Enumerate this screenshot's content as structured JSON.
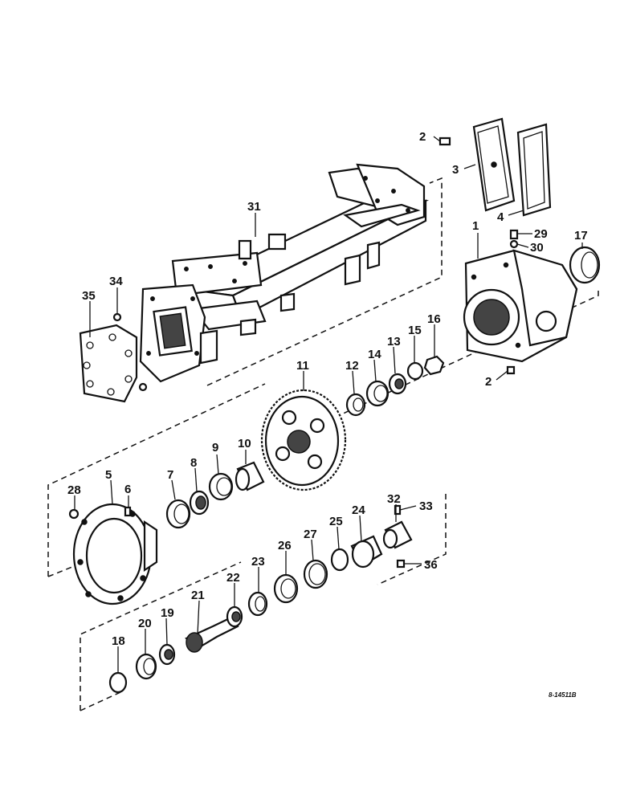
{
  "drawing_code": "8-14511B",
  "labels": {
    "l1": "1",
    "l2a": "2",
    "l2b": "2",
    "l3": "3",
    "l4": "4",
    "l5": "5",
    "l6": "6",
    "l7": "7",
    "l8": "8",
    "l9": "9",
    "l10": "10",
    "l11": "11",
    "l12": "12",
    "l13": "13",
    "l14": "14",
    "l15": "15",
    "l16": "16",
    "l17": "17",
    "l18": "18",
    "l19": "19",
    "l20": "20",
    "l21": "21",
    "l22": "22",
    "l23": "23",
    "l24": "24",
    "l25": "25",
    "l26": "26",
    "l27": "27",
    "l28": "28",
    "l29": "29",
    "l30": "30",
    "l31": "31",
    "l32": "32",
    "l33": "33",
    "l34": "34",
    "l35": "35",
    "l36": "36"
  }
}
